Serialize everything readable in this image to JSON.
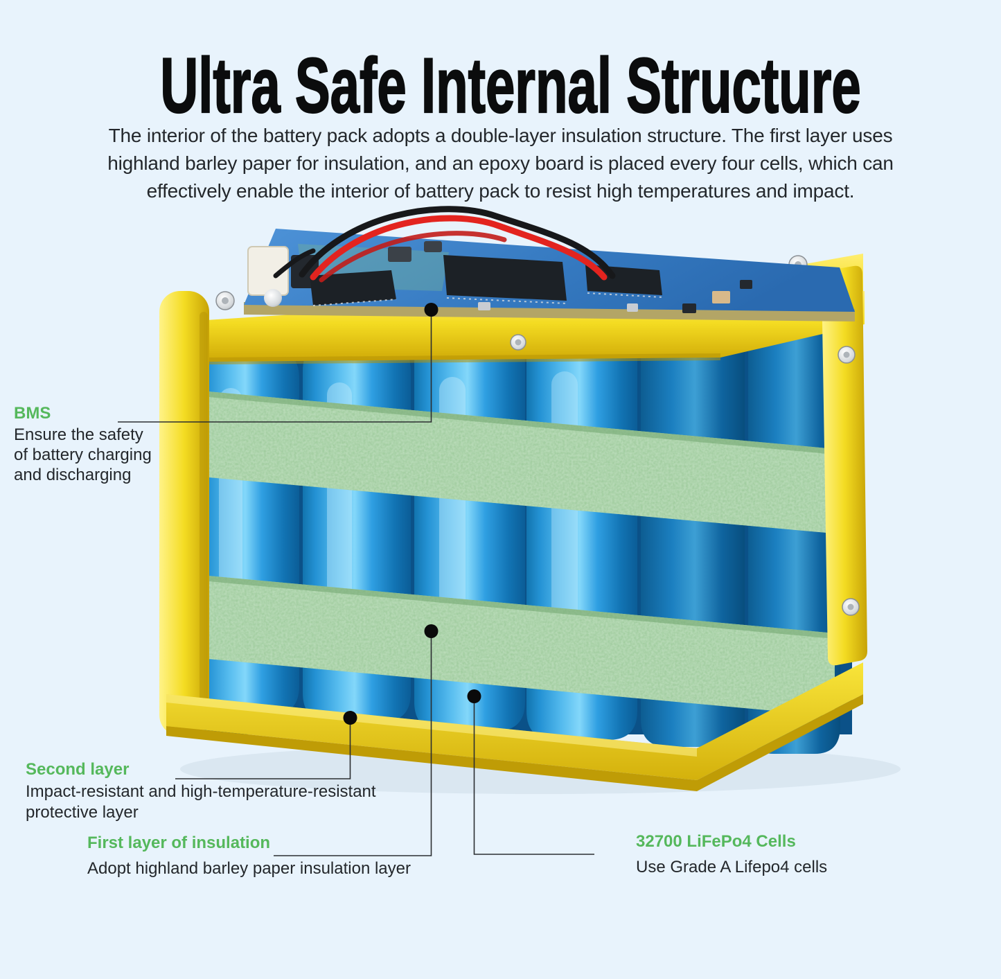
{
  "page": {
    "background_color": "#e8f3fc"
  },
  "header": {
    "title": "Ultra Safe Internal Structure",
    "description_lines": [
      "The interior of the battery pack adopts a double-layer insulation structure. The first layer uses",
      "highland barley paper for insulation, and an epoxy board is placed every four cells, which can",
      "effectively enable the interior of battery pack to resist high temperatures and impact."
    ]
  },
  "callouts": {
    "bms": {
      "heading": "BMS",
      "body_lines": [
        "Ensure the safety",
        "of battery charging",
        "and discharging"
      ]
    },
    "second_layer": {
      "heading": "Second layer",
      "body_lines": [
        "Impact-resistant and high-temperature-resistant",
        "protective layer"
      ]
    },
    "first_layer": {
      "heading": "First layer of insulation",
      "body_lines": [
        "Adopt highland barley paper insulation layer"
      ]
    },
    "cells": {
      "heading": "32700 LiFePo4 Cells",
      "body_lines": [
        "Use Grade A Lifepo4 cells"
      ]
    }
  },
  "colors": {
    "accent_green": "#55b85c",
    "title_black": "#0b0c0d",
    "text_dark": "#23272b",
    "frame_yellow": "#f4dc22",
    "cell_blue": "#2b9fe4",
    "insulation_green": "#8fc28c",
    "pcb_blue": "#3a7fc4",
    "wire_red": "#e3241f",
    "wire_black": "#17181a",
    "background": "#e8f3fc"
  }
}
